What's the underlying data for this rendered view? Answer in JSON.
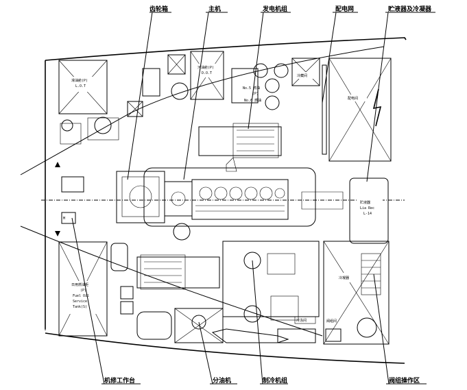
{
  "callouts": {
    "gear_box": "齿轮箱",
    "main_engine": "主机",
    "generator_set": "发电机组",
    "switchboard": "配电网",
    "receiver_cooler": "贮液器及冷凝器",
    "workshop": "机修工作台",
    "separator": "分油机",
    "refrigeration_unit": "制冷机组",
    "control_area": "阀组操作区"
  },
  "labels": {
    "lube_oil_tank_cn": "滑油舱(P)",
    "lube_oil_tank_en": "L.O.T",
    "oil_tank_cn": "污油舱(P)",
    "oil_tank_en": "D.O.T",
    "no5_tank": "No.5 燃油",
    "no5_sub": "(P)",
    "no6_tank": "No.6 燃油",
    "ballast_room": "冷藏间",
    "switch_room": "配电间",
    "fuel_service_cn": "日用燃油柜",
    "fuel_service_p": "(P)",
    "fuel_service_en1": "Fuel Oil",
    "fuel_service_en2": "Service",
    "fuel_service_en3": "Tank(S)",
    "receiver_box1": "贮液器",
    "receiver_box2": "Lia Rec",
    "receiver_box3": "L-14",
    "chiller_box": "冷凝器",
    "valve_room": "阀组间",
    "freezer": "冷冻间",
    "m": "M"
  }
}
